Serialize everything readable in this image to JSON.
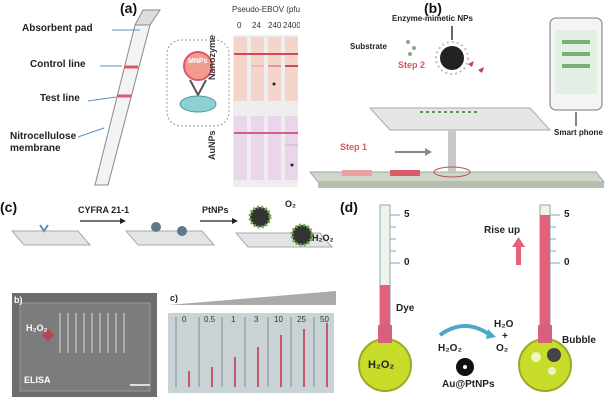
{
  "panel_a": {
    "label": "(a)",
    "absorbent_pad": "Absorbent pad",
    "control_line": "Control line",
    "test_line": "Test line",
    "membrane": "Nitrocellulose membrane",
    "mnps": "MNPs",
    "header": "Pseudo-EBOV (pfu/mL)",
    "concentrations": [
      "0",
      "24",
      "240",
      "2400"
    ],
    "row1": "Nanozyme",
    "row2": "AuNPs"
  },
  "panel_b": {
    "label": "(b)",
    "enzyme_np": "Enzyme-mimetic NPs",
    "substrate": "Substrate",
    "step2": "Step 2",
    "step1": "Step 1",
    "smartphone": "Smart phone"
  },
  "panel_c": {
    "label": "(c)",
    "cyfra": "CYFRA 21-1",
    "ptnps": "PtNPs",
    "o2": "O₂",
    "h2o2": "H₂O₂",
    "sub_b": "b)",
    "sub_c": "c)",
    "h2o2_chip": "H₂O₂",
    "elisa": "ELISA",
    "concentrations": [
      "0",
      "0.5",
      "1",
      "3",
      "10",
      "25",
      "50"
    ]
  },
  "panel_d": {
    "label": "(d)",
    "scale_top": "5",
    "scale_bottom": "0",
    "dye": "Dye",
    "h2o2_bulb": "H₂O₂",
    "h2o2_mid": "H₂O₂",
    "h2o": "H₂O",
    "plus": "+",
    "o2": "O₂",
    "catalyst": "Au@PtNPs",
    "rise": "Rise up",
    "bubble": "Bubble",
    "scale_top_r": "5",
    "scale_bottom_r": "0"
  }
}
